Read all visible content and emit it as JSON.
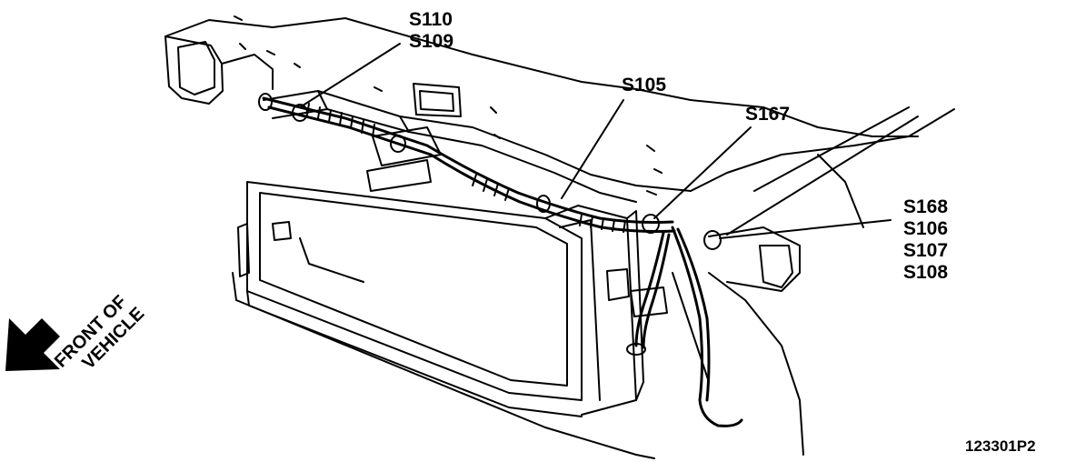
{
  "labels": {
    "s110": "S110",
    "s109": "S109",
    "s105": "S105",
    "s167": "S167",
    "s168": "S168",
    "s106": "S106",
    "s107": "S107",
    "s108": "S108"
  },
  "orientation": {
    "line1": "FRONT OF",
    "line2": "VEHICLE",
    "arrow_icon": "arrow-down-left-icon"
  },
  "figure_code": "123301P2",
  "colors": {
    "ink": "#000000",
    "paper": "#ffffff"
  }
}
